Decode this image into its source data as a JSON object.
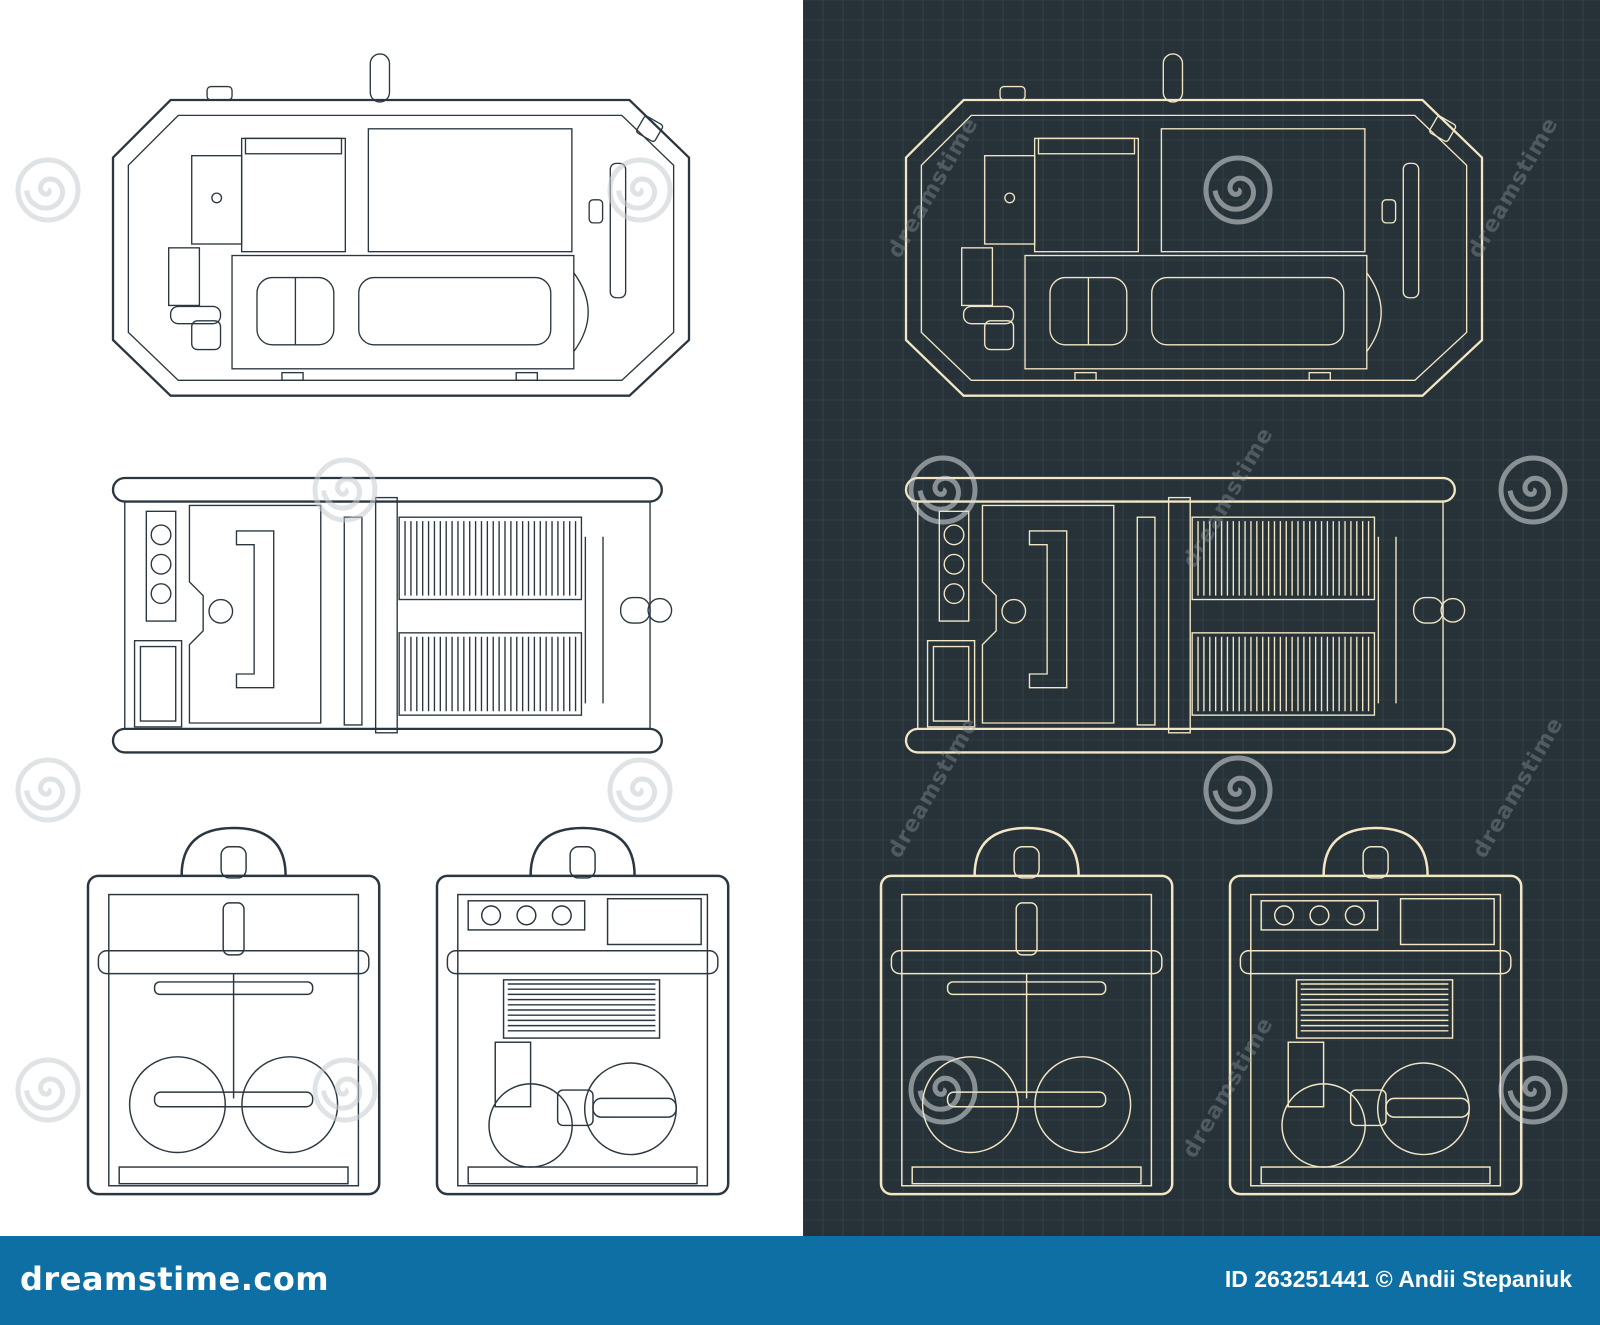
{
  "colors": {
    "left_background": "#ffffff",
    "left_line": "#2b3740",
    "right_background": "#263238",
    "right_line": "#f3e6c4",
    "right_grid": "#3a4a52",
    "footer_background": "#0d6fa3",
    "footer_text": "#ffffff"
  },
  "watermark": {
    "text": "dreamstime",
    "icon": "spiral-watermark-icon"
  },
  "footer": {
    "brand": "dreamstime.com",
    "credit": "ID 263251441 © Andii Stepaniuk"
  }
}
